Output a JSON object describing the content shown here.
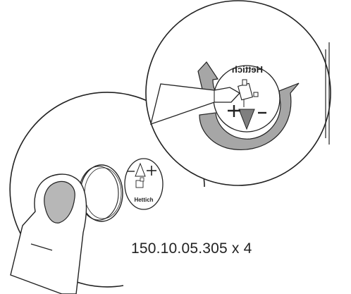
{
  "figure": {
    "part_number": "150.10.05.305 x 4",
    "brand_mark_large": "Hettich",
    "brand_mark_small": "Hettich",
    "plus_sign": "+",
    "minus_sign": "−",
    "colors": {
      "stroke": "#222222",
      "rotation_arrow_fill": "#a6a6a6",
      "fingertip_fill": "#b7b7b7",
      "background": "#ffffff"
    },
    "icons": [
      "rotation-arrow-icon",
      "small-rotation-arrow-icon",
      "down-arrow-icon",
      "screwdriver-icon",
      "finger-icon",
      "coin-battery-icon",
      "adjustment-cam-icon"
    ]
  }
}
